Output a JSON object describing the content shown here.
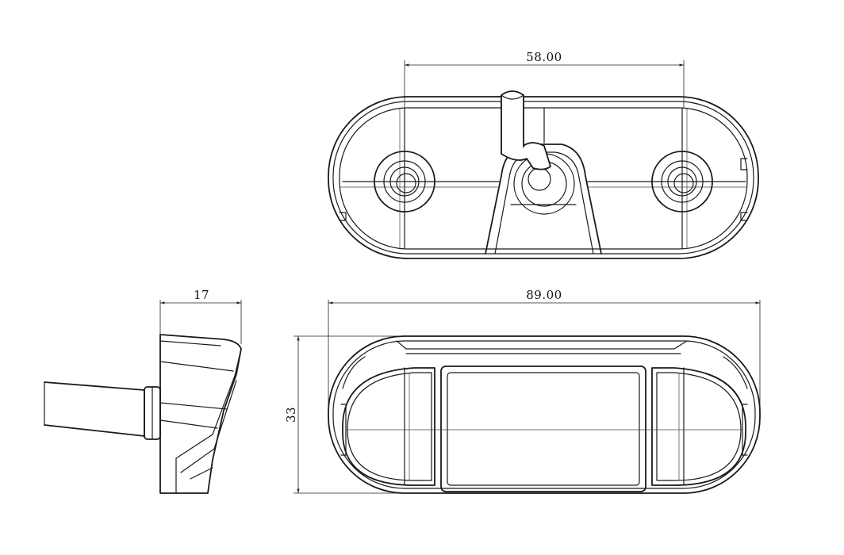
{
  "dimensions": {
    "top_width": "58.00",
    "bottom_width": "89.00",
    "side_depth": "17",
    "height": "33"
  },
  "colors": {
    "line": "#1a1a1a",
    "background": "#ffffff"
  }
}
